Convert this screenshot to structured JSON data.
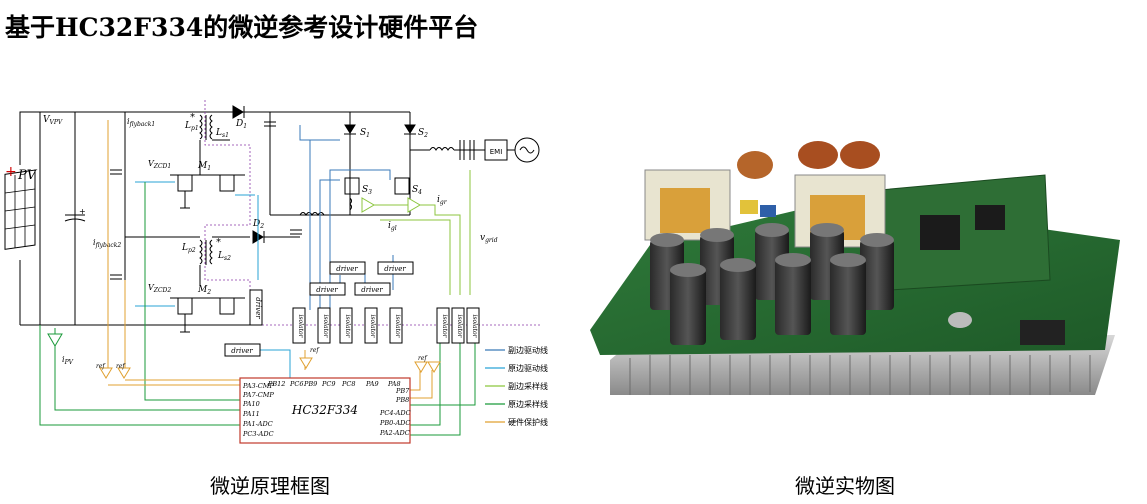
{
  "page_title": "基于HC32F334的微逆参考设计硬件平台",
  "captions": {
    "left": "微逆原理框图",
    "right": "微逆实物图"
  },
  "schematic": {
    "pv_label": "PV",
    "components": {
      "vpv": "VPV",
      "iflyback1": "iflyback1",
      "iflyback2": "iflyback2",
      "lp1": "Lp1",
      "ls1": "Ls1",
      "lp2": "Lp2",
      "ls2": "Ls2",
      "d1": "D1",
      "d2": "D2",
      "s1": "S1",
      "s2": "S2",
      "s3": "S3",
      "s4": "S4",
      "m1": "M1",
      "m2": "M2",
      "vzcd1": "VZCD1",
      "vzcd2": "VZCD2",
      "igr": "igr",
      "igl": "igl",
      "vgrid": "vgrid",
      "ipv": "iPV",
      "emi": "EMI"
    },
    "driver_label": "driver",
    "isolator_label": "isolator",
    "ref_label": "ref",
    "mcu": {
      "name": "HC32F334",
      "top_pins": [
        "PB12",
        "PC6",
        "PB9",
        "PC9",
        "PC8",
        "PA9",
        "PA8"
      ],
      "left_pins": [
        "PA3-CMP",
        "PA7-CMP",
        "PA10",
        "PA11",
        "PA1-ADC",
        "PC3-ADC"
      ],
      "right_pins": [
        "PB7",
        "PB8",
        "PC4-ADC",
        "PB0-ADC",
        "PA2-ADC"
      ]
    },
    "legend": [
      {
        "label": "副边驱动线",
        "color": "#3a7ab8"
      },
      {
        "label": "原边驱动线",
        "color": "#2aa3d6"
      },
      {
        "label": "副边采样线",
        "color": "#8cc63f"
      },
      {
        "label": "原边采样线",
        "color": "#1a9a3a"
      },
      {
        "label": "硬件保护线",
        "color": "#e0a030"
      }
    ]
  }
}
